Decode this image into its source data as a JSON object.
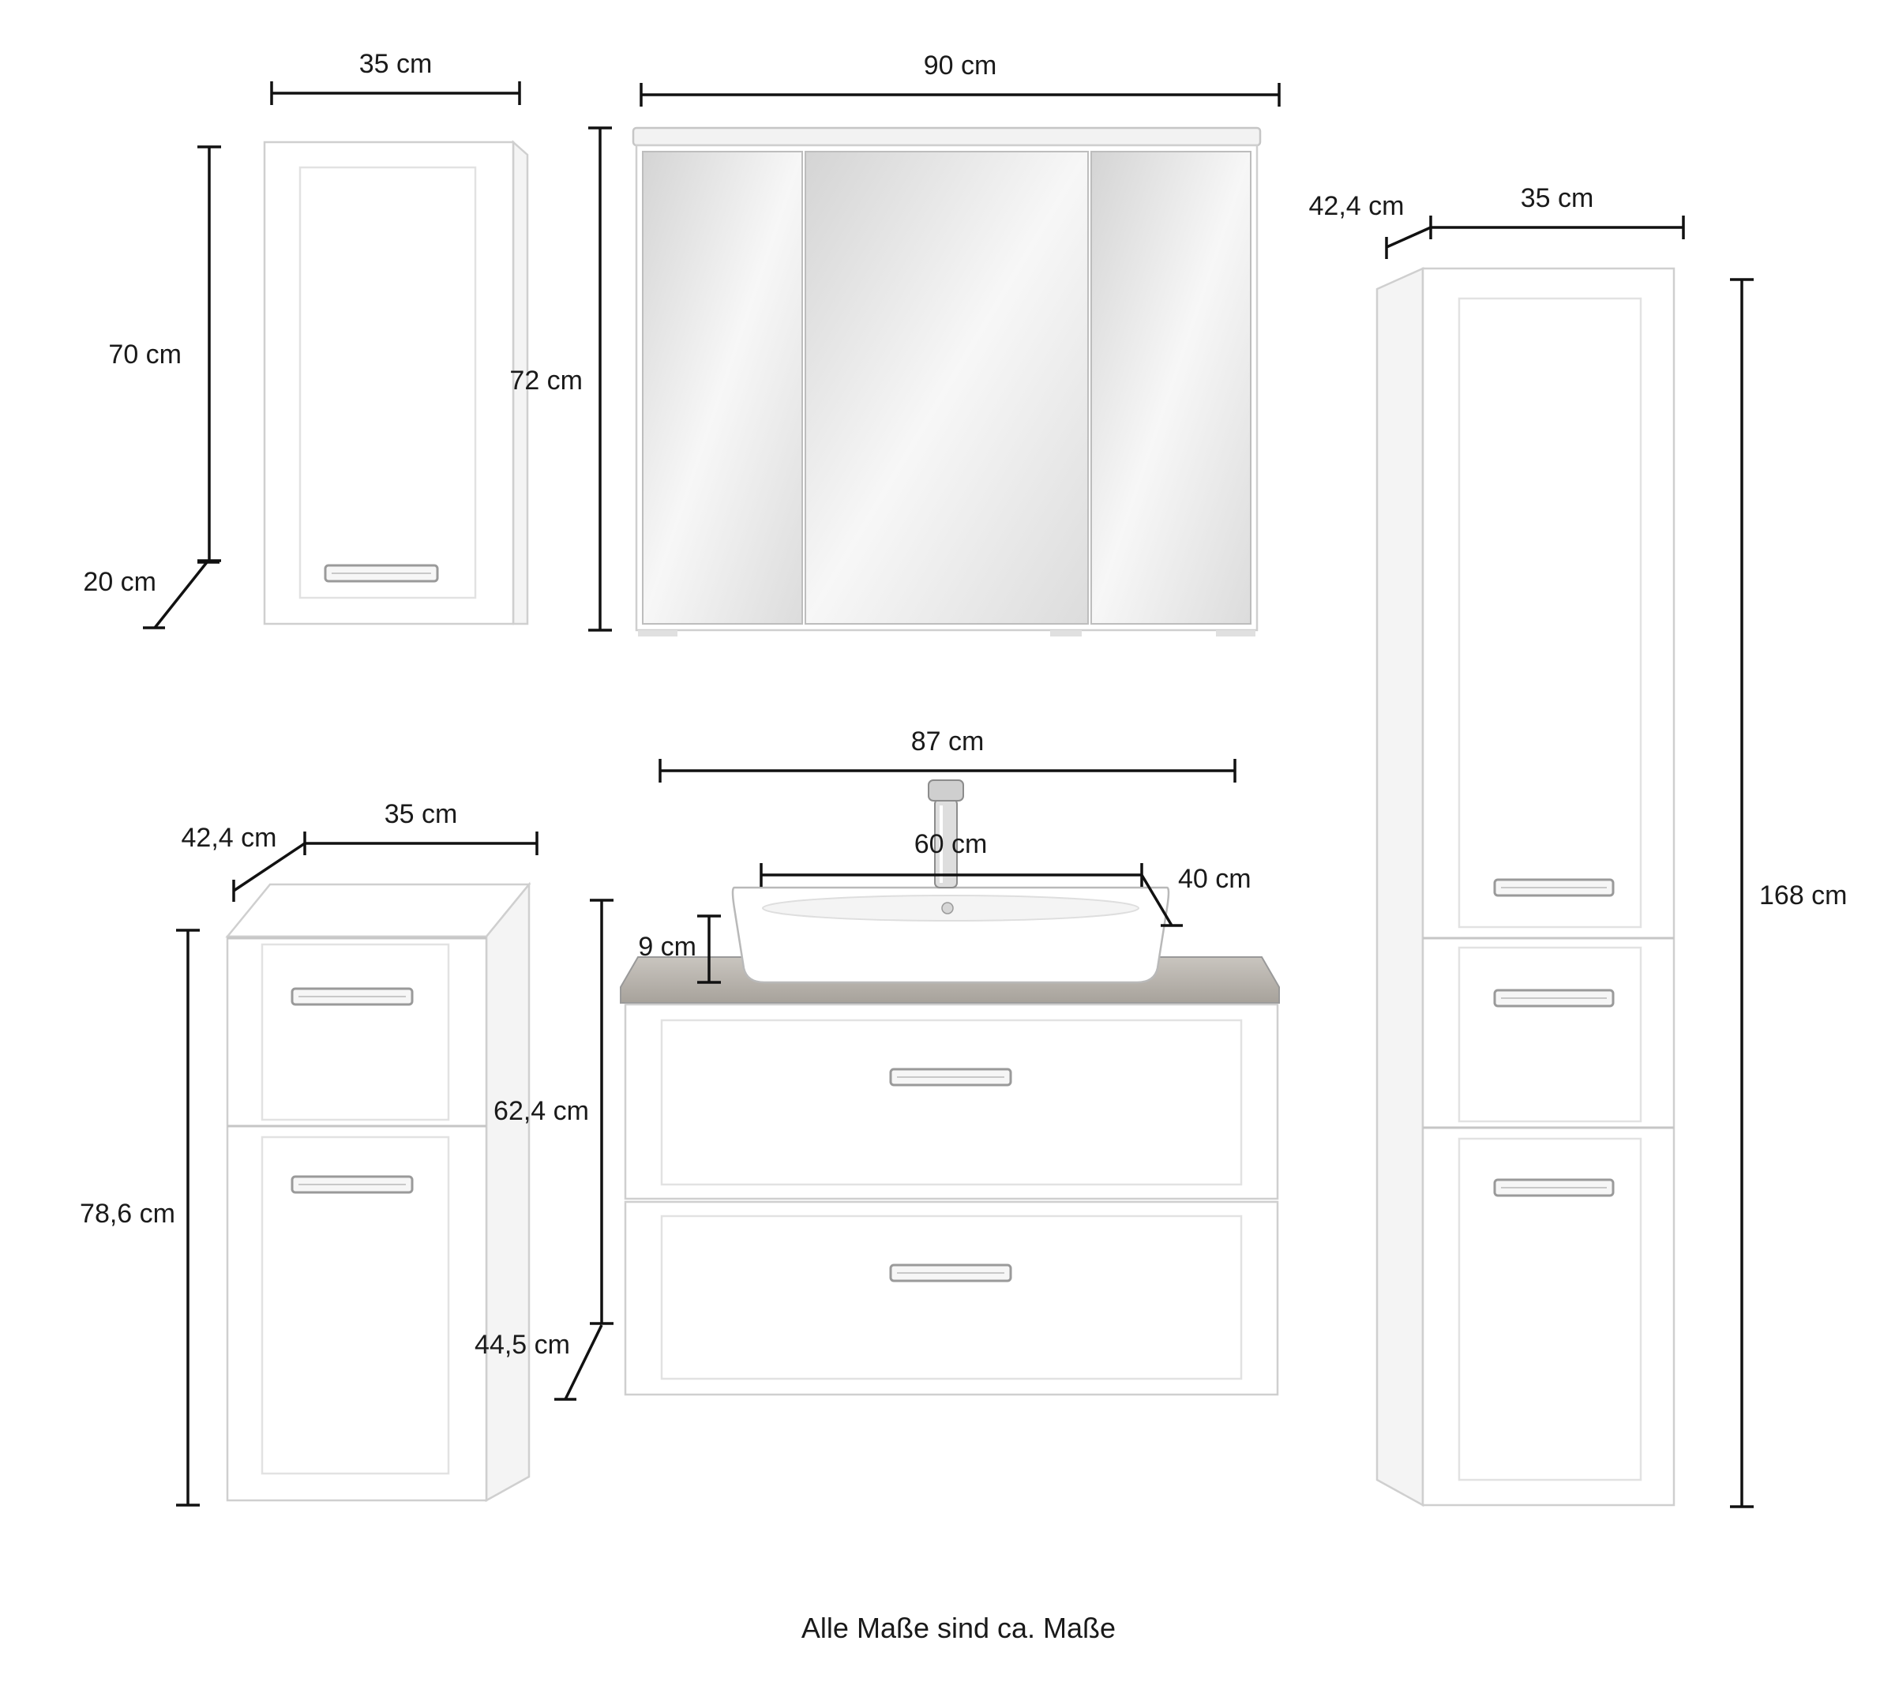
{
  "dimensions": {
    "wall_cabinet": {
      "width": "35 cm",
      "height": "70 cm",
      "depth": "20 cm"
    },
    "mirror_cabinet": {
      "width": "90 cm",
      "height": "72 cm"
    },
    "tall_cabinet": {
      "depth": "42,4 cm",
      "width": "35 cm",
      "height": "168 cm"
    },
    "side_cabinet": {
      "depth": "42,4 cm",
      "width": "35 cm",
      "height": "78,6 cm"
    },
    "vanity": {
      "width": "87 cm",
      "height": "62,4 cm",
      "depth": "44,5 cm"
    },
    "basin": {
      "width": "60 cm",
      "depth": "40 cm",
      "height": "9 cm"
    }
  },
  "footer": "Alle Maße sind ca. Maße",
  "colors": {
    "worktop": "#b3aea8",
    "line": "#111111",
    "cabinet": "#ffffff"
  }
}
